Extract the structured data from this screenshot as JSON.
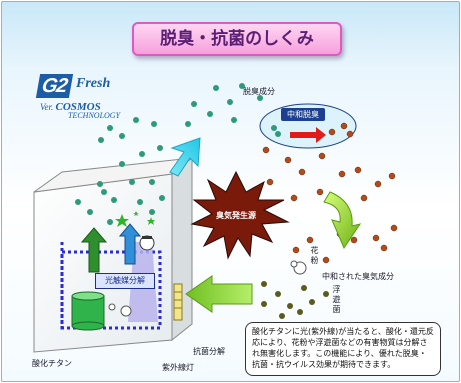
{
  "title": "脱臭・抗菌のしくみ",
  "logo": {
    "brand": "G2",
    "brand_suffix": "Fresh",
    "version_prefix": "Ver.",
    "version_name": "COSMOS",
    "version_sub": "TECHNOLOGY"
  },
  "labels": {
    "odor_components": "脱臭成分",
    "neutralization": "中和脱臭",
    "odor_source": "臭気発生源",
    "pollen": "花粉",
    "neutralized_odor": "中和された臭気成分",
    "floating_bacteria": "浮遊菌",
    "antibacterial_decomposition": "抗菌分解",
    "photocatalyst_decomposition": "光触媒分解",
    "titanium_oxide": "酸化チタン",
    "uv_lamp": "紫外線灯"
  },
  "note": "酸化チタンに光(紫外線)が当たると、酸化・還元反応により、花粉や浮遊菌などの有害物質は分解され無害化します。この機能により、優れた脱臭・抗菌・抗ウイルス効果が期待できます。",
  "colors": {
    "odor_particle": "#2f9a7a",
    "bacteria": "#b34a1a",
    "pollen_dots": "#5b5b1e",
    "cyan_arrow": "#32d2ea",
    "green_arrow": "#86c81a",
    "burst": "#7a1a0a",
    "red_arrow": "#e11a1a"
  }
}
